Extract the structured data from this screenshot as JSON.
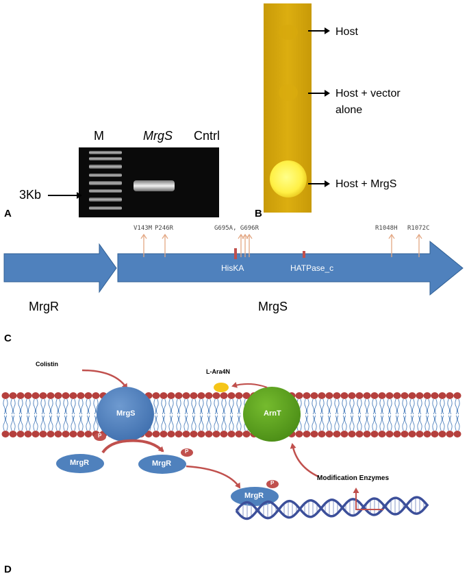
{
  "panels": {
    "a": {
      "letter": "A",
      "lane_labels": {
        "marker": "M",
        "sample": "MrgS",
        "control": "Cntrl"
      },
      "size_label": "3Kb"
    },
    "b": {
      "letter": "B",
      "rows": [
        {
          "label_line1": "Host",
          "label_line2": ""
        },
        {
          "label_line1": "Host + vector",
          "label_line2": "alone"
        },
        {
          "label_line1": "Host + MrgS",
          "label_line2": ""
        }
      ],
      "colors": {
        "plate": "#d9a70a",
        "colony": "#fff45a"
      }
    },
    "c": {
      "letter": "C",
      "genes": {
        "left": "MrgR",
        "right": "MrgS"
      },
      "domains": [
        "HisKA",
        "HATPase_c"
      ],
      "mutations": [
        "V143M",
        "P246R",
        "G695A, G696R",
        "R1048H",
        "R1072C"
      ],
      "colors": {
        "arrow_fill": "#4f81bd",
        "arrow_stroke": "#2f5f94",
        "mutation": "#e3a783",
        "domain_mark": "#c0504d"
      }
    },
    "d": {
      "letter": "D",
      "labels": {
        "colistin": "Colistin",
        "l_ara4n": "L-Ara4N",
        "mrgs": "MrgS",
        "arnt": "ArnT",
        "mrgr": "MrgR",
        "phosphate": "P",
        "modification": "Modification Enzymes"
      },
      "colors": {
        "membrane": "#b5403d",
        "mrgs": "#4f81bd",
        "arnt": "#5ea020",
        "ara4n": "#f5c518",
        "arrow": "#c0504d",
        "dna": "#3c4f9a"
      }
    }
  }
}
